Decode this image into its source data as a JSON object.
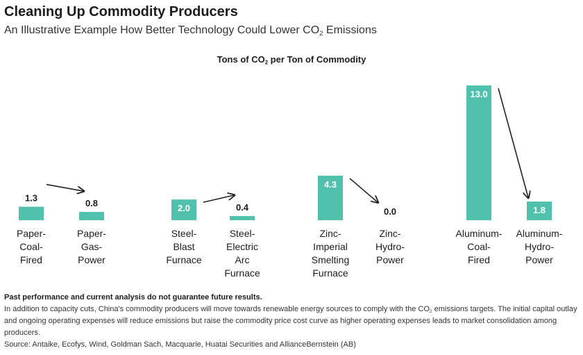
{
  "header": {
    "title": "Cleaning Up Commodity Producers",
    "subtitle_pre": "An Illustrative Example How Better Technology Could Lower CO",
    "subtitle_sub": "2",
    "subtitle_post": " Emissions"
  },
  "chart_data": {
    "type": "bar",
    "title_pre": "Tons of CO",
    "title_sub": "2",
    "title_post": " per Ton of Commodity",
    "categories": [
      "Paper-\nCoal-\nFired",
      "Paper-\nGas-\nPower",
      "Steel-\nBlast\nFurnace",
      "Steel-\nElectric\nArc\nFurnace",
      "Zinc-\nImperial\nSmelting\nFurnace",
      "Zinc-\nHydro-\nPower",
      "Aluminum-\nCoal-\nFired",
      "Aluminum-\nHydro-\nPower"
    ],
    "values": [
      1.3,
      0.8,
      2.0,
      0.4,
      4.3,
      0.0,
      13.0,
      1.8
    ],
    "data_labels": [
      "1.3",
      "0.8",
      "2.0",
      "0.4",
      "4.3",
      "0.0",
      "13.0",
      "1.8"
    ],
    "ylim": [
      0,
      13.0
    ],
    "grid": false,
    "bar_color": "#4fc1ad",
    "arrows": [
      [
        0,
        1
      ],
      [
        2,
        3
      ],
      [
        4,
        5
      ],
      [
        6,
        7
      ]
    ]
  },
  "footer": {
    "disclaimer": "Past performance and current analysis do not guarantee future results.",
    "note_pre": "In addition to capacity cuts, China's commodity producers will move towards renewable energy sources to comply with the CO",
    "note_sub": "2",
    "note_post": " emissions targets. The initial capital outlay and ongoing operating expenses will reduce emissions but raise the commodity price cost curve as higher operating expenses leads to market consolidation among producers.",
    "source": "Source: Antaike, Ecofys, Wind, Goldman Sach, Macquarie, Huatai Securities and AllianceBernstein (AB)"
  }
}
